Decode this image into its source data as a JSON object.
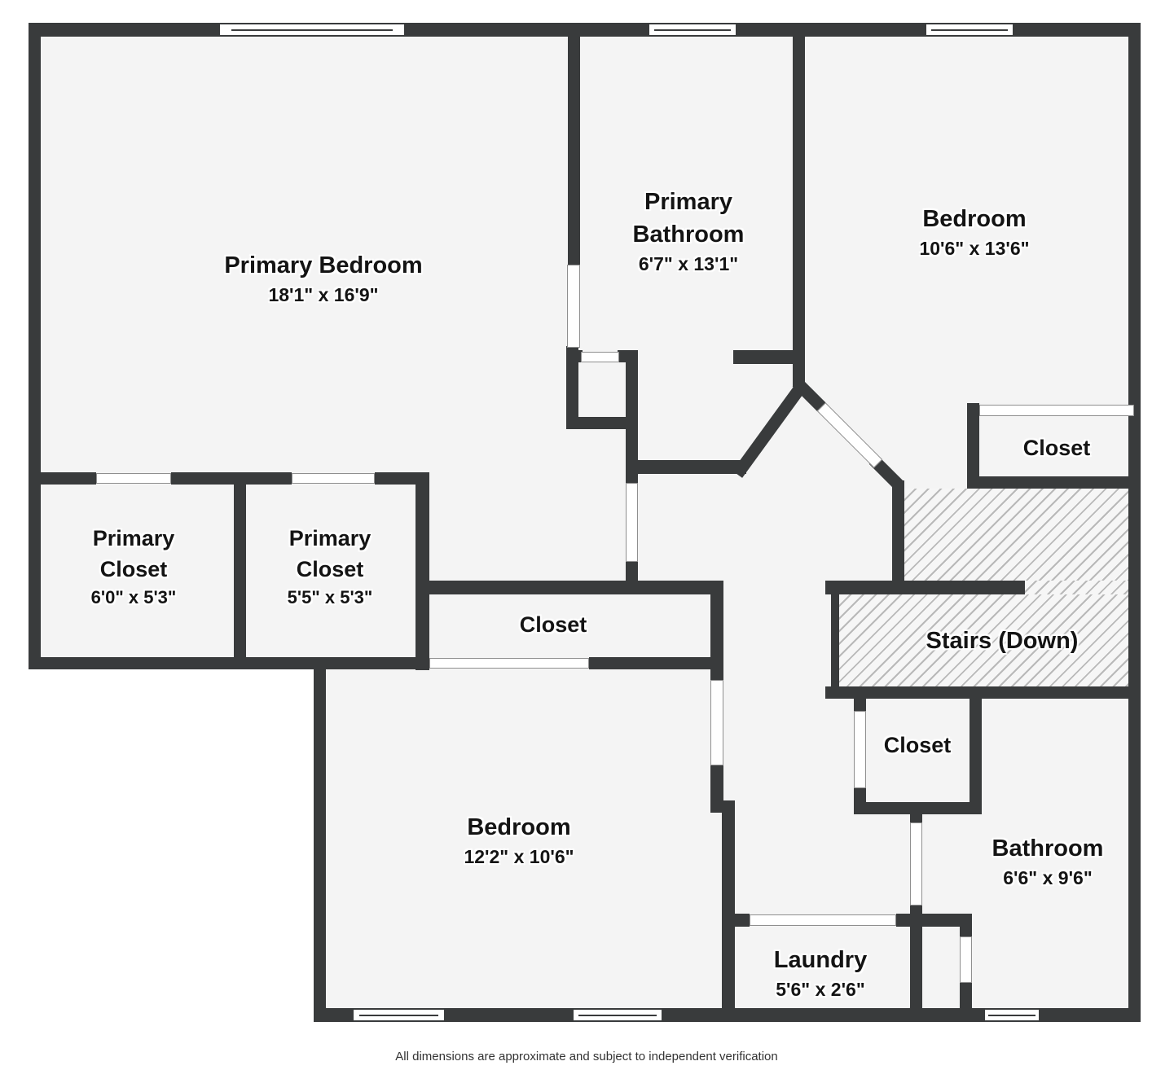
{
  "plan": {
    "rooms": [
      {
        "id": "primary-bedroom",
        "name": "Primary Bedroom",
        "dims": "18'1\" x 16'9\""
      },
      {
        "id": "primary-bathroom",
        "name": "Primary Bathroom",
        "dims": "6'7\" x 13'1\""
      },
      {
        "id": "bedroom-top",
        "name": "Bedroom",
        "dims": "10'6\" x 13'6\""
      },
      {
        "id": "closet-top-right",
        "name": "Closet",
        "dims": ""
      },
      {
        "id": "primary-closet-1",
        "name": "Primary Closet",
        "dims": "6'0\" x 5'3\""
      },
      {
        "id": "primary-closet-2",
        "name": "Primary Closet",
        "dims": "5'5\" x 5'3\""
      },
      {
        "id": "closet-middle",
        "name": "Closet",
        "dims": ""
      },
      {
        "id": "stairs",
        "name": "Stairs (Down)",
        "dims": ""
      },
      {
        "id": "closet-lower",
        "name": "Closet",
        "dims": ""
      },
      {
        "id": "bedroom-bottom",
        "name": "Bedroom",
        "dims": "12'2\" x 10'6\""
      },
      {
        "id": "bathroom",
        "name": "Bathroom",
        "dims": "6'6\" x 9'6\""
      },
      {
        "id": "laundry",
        "name": "Laundry",
        "dims": "5'6\" x 2'6\""
      }
    ],
    "colors": {
      "wall": "#393b3c",
      "room_fill": "#f4f4f4",
      "hatch_line": "#b9b9b9"
    },
    "footer": {
      "disclaimer": "All dimensions are approximate and subject to independent verification"
    }
  }
}
